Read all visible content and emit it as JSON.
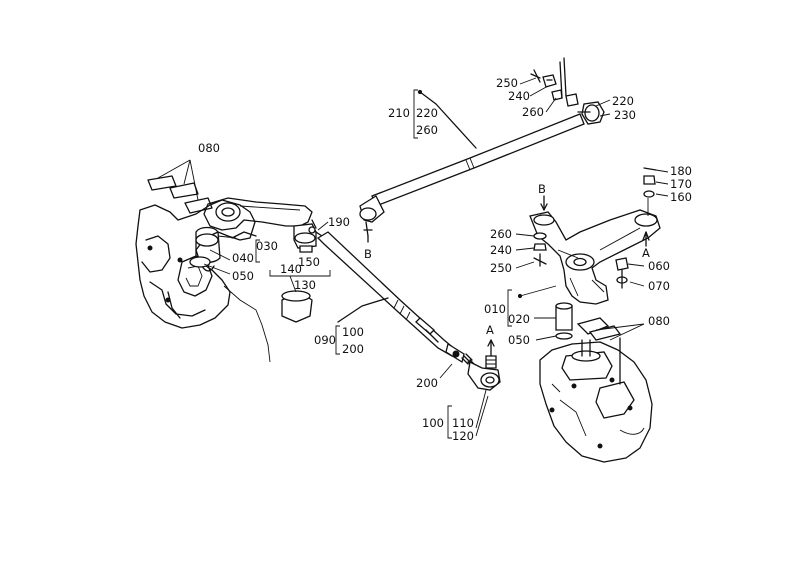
{
  "labels": {
    "l250a": "250",
    "l240a": "240",
    "l260a": "260",
    "l220a": "220",
    "l230": "230",
    "l210": "210",
    "l220b": "220",
    "l260b": "260",
    "l080a": "080",
    "l190": "190",
    "lBleft": "B",
    "l030": "030",
    "l040": "040",
    "l050a": "050",
    "l140": "140",
    "l150": "150",
    "l130": "130",
    "l090": "090",
    "l100a": "100",
    "l200a": "200",
    "l200b": "200",
    "lAmid": "A",
    "l100b": "100",
    "l110": "110",
    "l120": "120",
    "l180": "180",
    "l170": "170",
    "l160": "160",
    "lBright": "B",
    "lAright": "A",
    "l260c": "260",
    "l240b": "240",
    "l250b": "250",
    "l060": "060",
    "l070": "070",
    "l010": "010",
    "l020": "020",
    "l080b": "080",
    "l050b": "050"
  }
}
